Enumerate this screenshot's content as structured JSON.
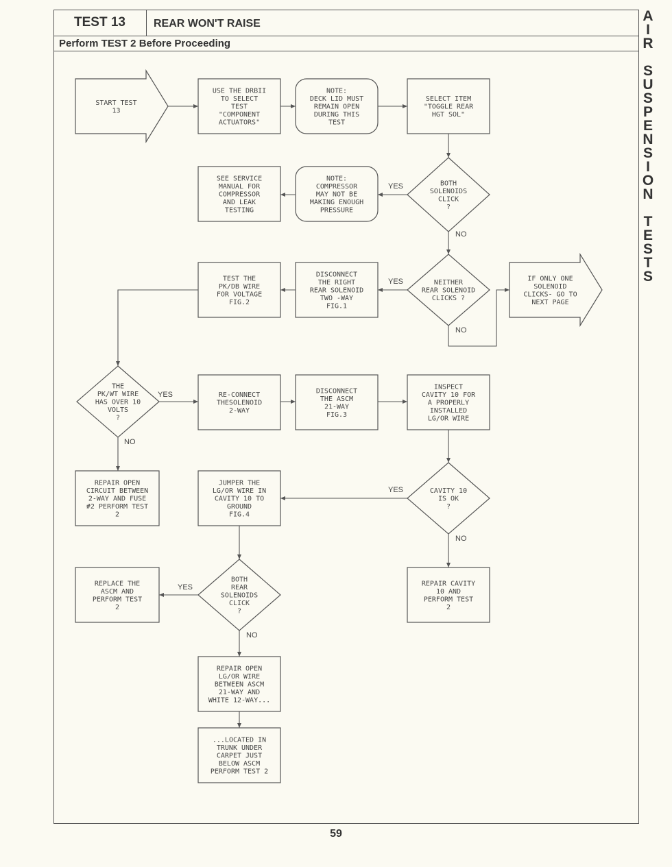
{
  "header": {
    "test_number": "TEST 13",
    "subject": "REAR WON'T RAISE",
    "prerequisite": "Perform TEST 2 Before Proceeding"
  },
  "side_tab": {
    "words": [
      "AIR",
      "SUSPENSION",
      "TESTS"
    ]
  },
  "page_number": "59",
  "flow": {
    "start": {
      "lines": [
        "START TEST",
        "13"
      ]
    },
    "use_drbii": {
      "lines": [
        "USE THE DRBII",
        "TO SELECT",
        "TEST",
        "\"COMPONENT",
        "ACTUATORS\""
      ]
    },
    "note_deck": {
      "lines": [
        "NOTE:",
        "DECK LID MUST",
        "REMAIN OPEN",
        "DURING THIS",
        "TEST"
      ]
    },
    "select_item": {
      "lines": [
        "SELECT ITEM",
        "\"TOGGLE REAR",
        "HGT SOL\""
      ]
    },
    "both_click": {
      "lines": [
        "BOTH",
        "SOLENOIDS",
        "CLICK",
        "?"
      ]
    },
    "note_comp": {
      "lines": [
        "NOTE:",
        "COMPRESSOR",
        "MAY NOT BE",
        "MAKING ENOUGH",
        "PRESSURE"
      ]
    },
    "see_manual": {
      "lines": [
        "SEE SERVICE",
        "MANUAL FOR",
        "COMPRESSOR",
        "AND LEAK",
        "TESTING"
      ]
    },
    "neither_click": {
      "lines": [
        "NEITHER",
        "REAR SOLENOID",
        "CLICKS ?"
      ]
    },
    "disconnect_right": {
      "lines": [
        "DISCONNECT",
        "THE RIGHT",
        "REAR SOLENOID",
        "TWO -WAY",
        "FIG.1"
      ]
    },
    "test_pkdb": {
      "lines": [
        "TEST THE",
        "PK/DB WIRE",
        "FOR VOLTAGE",
        "FIG.2"
      ]
    },
    "only_one": {
      "lines": [
        "IF ONLY ONE",
        "SOLENOID",
        "CLICKS- GO TO",
        "NEXT PAGE"
      ]
    },
    "pkwt_volts": {
      "lines": [
        "THE",
        "PK/WT WIRE",
        "HAS OVER 10",
        "VOLTS",
        "?"
      ]
    },
    "reconnect": {
      "lines": [
        "RE-CONNECT",
        "THESOLENOID",
        "2-WAY"
      ]
    },
    "disconnect_ascm": {
      "lines": [
        "DISCONNECT",
        "THE ASCM",
        "21-WAY",
        "FIG.3"
      ]
    },
    "inspect_cavity": {
      "lines": [
        "INSPECT",
        "CAVITY 10 FOR",
        "A PROPERLY",
        "INSTALLED",
        "LG/OR WIRE"
      ]
    },
    "repair_open_circuit": {
      "lines": [
        "REPAIR OPEN",
        "CIRCUIT BETWEEN",
        "2-WAY AND FUSE",
        "#2 PERFORM TEST",
        "2"
      ]
    },
    "jumper": {
      "lines": [
        "JUMPER THE",
        "LG/OR WIRE IN",
        "CAVITY 10 TO",
        "GROUND",
        "FIG.4"
      ]
    },
    "cavity_ok": {
      "lines": [
        "CAVITY 10",
        "IS OK",
        "?"
      ]
    },
    "replace_ascm": {
      "lines": [
        "REPLACE THE",
        "ASCM AND",
        "PERFORM TEST",
        "2"
      ]
    },
    "both_rear_click": {
      "lines": [
        "BOTH",
        "REAR",
        "SOLENOIDS",
        "CLICK",
        "?"
      ]
    },
    "repair_cavity": {
      "lines": [
        "REPAIR CAVITY",
        "10 AND",
        "PERFORM TEST",
        "2"
      ]
    },
    "repair_open_lgor": {
      "lines": [
        "REPAIR OPEN",
        "LG/OR WIRE",
        "BETWEEN ASCM",
        "21-WAY AND",
        "WHITE 12-WAY..."
      ]
    },
    "located_trunk": {
      "lines": [
        "...LOCATED IN",
        "TRUNK UNDER",
        "CARPET JUST",
        "BELOW ASCM",
        "PERFORM TEST 2"
      ]
    },
    "labels": {
      "yes": "YES",
      "no": "NO"
    }
  }
}
